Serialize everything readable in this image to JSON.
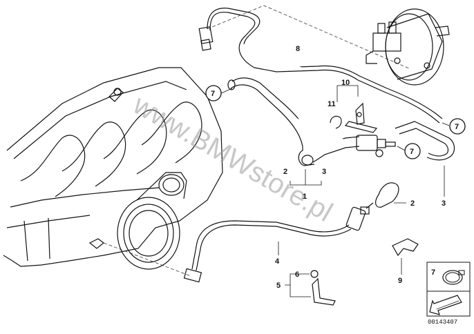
{
  "watermark": "www.BMWstore.pl",
  "doc_number": "00143407",
  "callouts": {
    "c1": "1",
    "c2a": "2",
    "c2b": "2",
    "c3a": "3",
    "c3b": "3",
    "c4": "4",
    "c5": "5",
    "c6": "6",
    "c8": "8",
    "c9": "9",
    "c10": "10",
    "c11": "11"
  },
  "circled": {
    "c7a": "7",
    "c7b": "7",
    "c7c": "7",
    "legend": "7"
  }
}
